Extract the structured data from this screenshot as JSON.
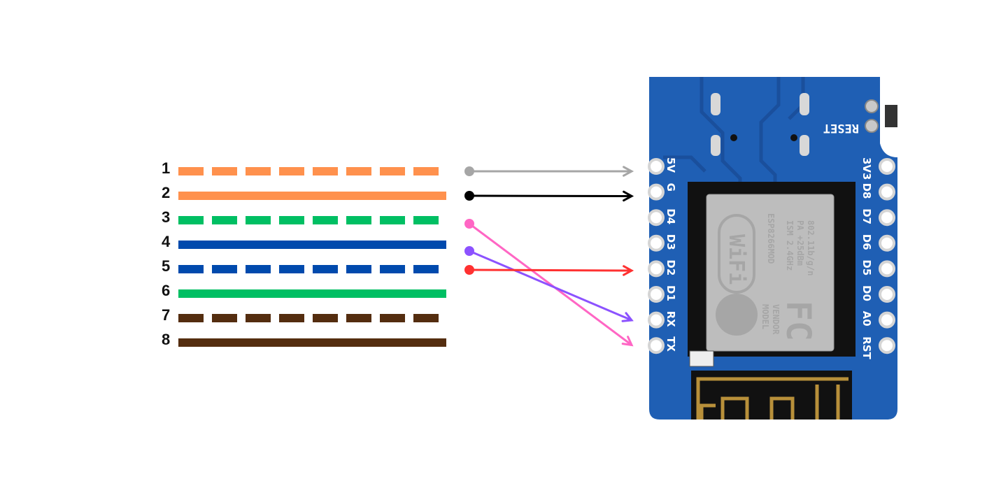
{
  "wires": [
    {
      "label": "1",
      "color": "#FF914D",
      "style": "dashed"
    },
    {
      "label": "2",
      "color": "#FF914D",
      "style": "solid"
    },
    {
      "label": "3",
      "color": "#00BF63",
      "style": "dashed"
    },
    {
      "label": "4",
      "color": "#004AAD",
      "style": "solid"
    },
    {
      "label": "5",
      "color": "#004AAD",
      "style": "dashed"
    },
    {
      "label": "6",
      "color": "#00BF63",
      "style": "solid"
    },
    {
      "label": "7",
      "color": "#542D0F",
      "style": "dashed"
    },
    {
      "label": "8",
      "color": "#542D0F",
      "style": "solid"
    }
  ],
  "connections": [
    {
      "from_wire": "1",
      "to_pin": "5V",
      "color": "#A6A6A6"
    },
    {
      "from_wire": "2",
      "to_pin": "G",
      "color": "#000000"
    },
    {
      "from_wire": "3",
      "to_pin": "TX",
      "color": "#FF66C4"
    },
    {
      "from_wire": "4",
      "to_pin": "RX",
      "color": "#8C52FF"
    },
    {
      "from_wire": "5",
      "to_pin": "D2",
      "color": "#FF3131"
    }
  ],
  "board": {
    "left_pins": [
      "5V",
      "G",
      "D4",
      "D3",
      "D2",
      "D1",
      "RX",
      "TX"
    ],
    "right_pins": [
      "3V3",
      "D8",
      "D7",
      "D6",
      "D5",
      "D0",
      "A0",
      "RST"
    ],
    "reset_label": "RESET",
    "module": {
      "wifi_logo": "WiFi",
      "model": "ESP8266MOD",
      "spec_lines": [
        "ISM 2.4GHz",
        "PA +25dBm",
        "802.11b/g/n"
      ],
      "vendor_lines": [
        "MODEL",
        "VENDOR"
      ],
      "fcc_logo": "FC"
    },
    "pcb_color": "#1F5FB4",
    "shield_color": "#BDBDBD"
  }
}
